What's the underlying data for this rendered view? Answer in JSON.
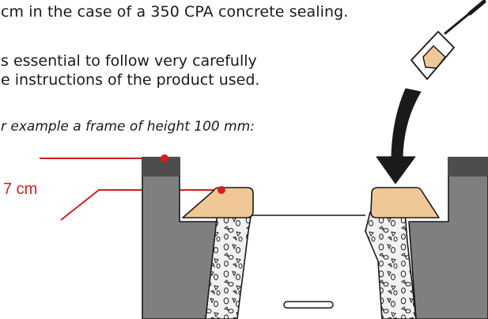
{
  "text": {
    "line1": "cm in the case of a 350 CPA concrete sealing.",
    "line2": "s essential to follow very carefully",
    "line3": "e instructions of the product used.",
    "line4": "r example a frame of height 100 mm:"
  },
  "dimension_label": "7 cm",
  "colors": {
    "text": "#1a1a1a",
    "dimension_red": "#d81d1d",
    "frame_gray": "#7f7f7f",
    "frame_dark": "#4d4d4d",
    "mortar_tan": "#f0c896",
    "concrete_fill": "#f2f2f2"
  },
  "icons": [
    "trowel-icon",
    "curved-arrow-icon"
  ]
}
